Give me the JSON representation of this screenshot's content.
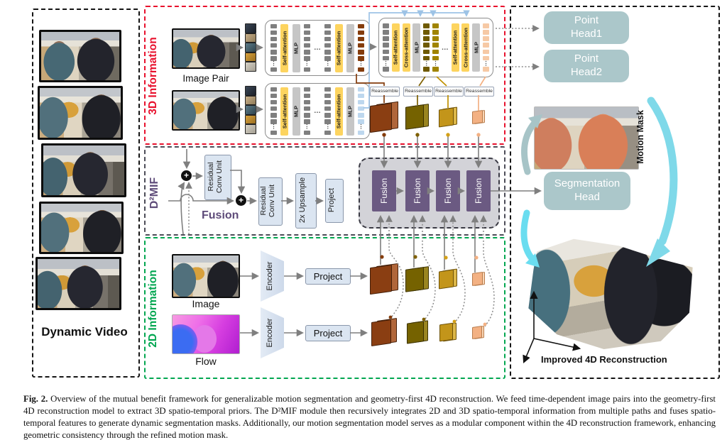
{
  "figure_caption": {
    "label": "Fig. 2.",
    "text": "Overview of the mutual benefit framework for generalizable motion segmentation and geometry-first 4D reconstruction. We feed time-dependent image pairs into the geometry-first 4D reconstruction model to extract 3D spatio-temporal priors. The D²MIF module then recursively integrates 2D and 3D spatio-temporal information from multiple paths and fuses spatio-temporal features to generate dynamic segmentation masks. Additionally, our motion segmentation model serves as a modular component within the 4D reconstruction framework, enhancing geometric consistency through the refined motion mask."
  },
  "dynamic_video": {
    "label": "Dynamic Video",
    "frame_count": 5
  },
  "info3d": {
    "section_label": "3D Information",
    "image_pair_label": "Image Pair",
    "reassemble_label": "Reassemble"
  },
  "blocks": {
    "self_attention": "Self-attention",
    "cross_attention": "Cross-attention",
    "mlp": "MLP",
    "fusion": "Fusion",
    "plus": "+",
    "ellipsis_v": "⋮",
    "ellipsis_h": "…"
  },
  "diagram": {
    "encoder_cols": [
      "tok:gray",
      "bar:self_attention",
      "bar:mlp",
      "tok:gray",
      "dots",
      "tok:gray",
      "bar:self_attention",
      "bar:mlp",
      "tok:brown"
    ],
    "encoder2_cols": [
      "tok:gray",
      "bar:self_attention",
      "bar:mlp",
      "tok:gray",
      "dots",
      "tok:gray",
      "bar:self_attention",
      "bar:mlp",
      "tok:blue"
    ],
    "decoder_cols": [
      "tok:gray",
      "bar:self_attention",
      "bar:cross_attention",
      "bar:mlp",
      "tok:darkolive",
      "tok:olive",
      "dots",
      "bar:self_attention",
      "bar:cross_attention",
      "bar:mlp",
      "tok:peach"
    ]
  },
  "d2mif": {
    "section_label": "D²MIF",
    "fusion_label": "Fusion",
    "rcu_line1": "Residual",
    "rcu_line2": "Conv Unit",
    "upsample_label": "2x Upsample",
    "project_label": "Project"
  },
  "info2d": {
    "section_label": "2D Information",
    "image_label": "Image",
    "flow_label": "Flow",
    "encoder_label": "Encoder",
    "project_label": "Project"
  },
  "right_panel": {
    "point_head1": {
      "line1": "Point",
      "line2": "Head1"
    },
    "point_head2": {
      "line1": "Point",
      "line2": "Head2"
    },
    "segmentation_head": {
      "line1": "Segmentation",
      "line2": "Head"
    },
    "motion_mask_label": "Motion Mask",
    "improved_label": "Improved 4D Reconstruction"
  },
  "colors": {
    "accent_red": "#e8112d",
    "accent_green": "#00a650",
    "accent_purple": "#5e4b79",
    "fusion_purple": "#6b5a82",
    "teal_box": "#abc7ca",
    "cyan_arrow": "#6addf0",
    "brown": "#843c0c",
    "olive_dark": "#7f6000",
    "gold": "#bf9000",
    "peach": "#f8cbad",
    "token_blue": "#bdd7ee",
    "attention_yellow": "#fdd45f"
  }
}
